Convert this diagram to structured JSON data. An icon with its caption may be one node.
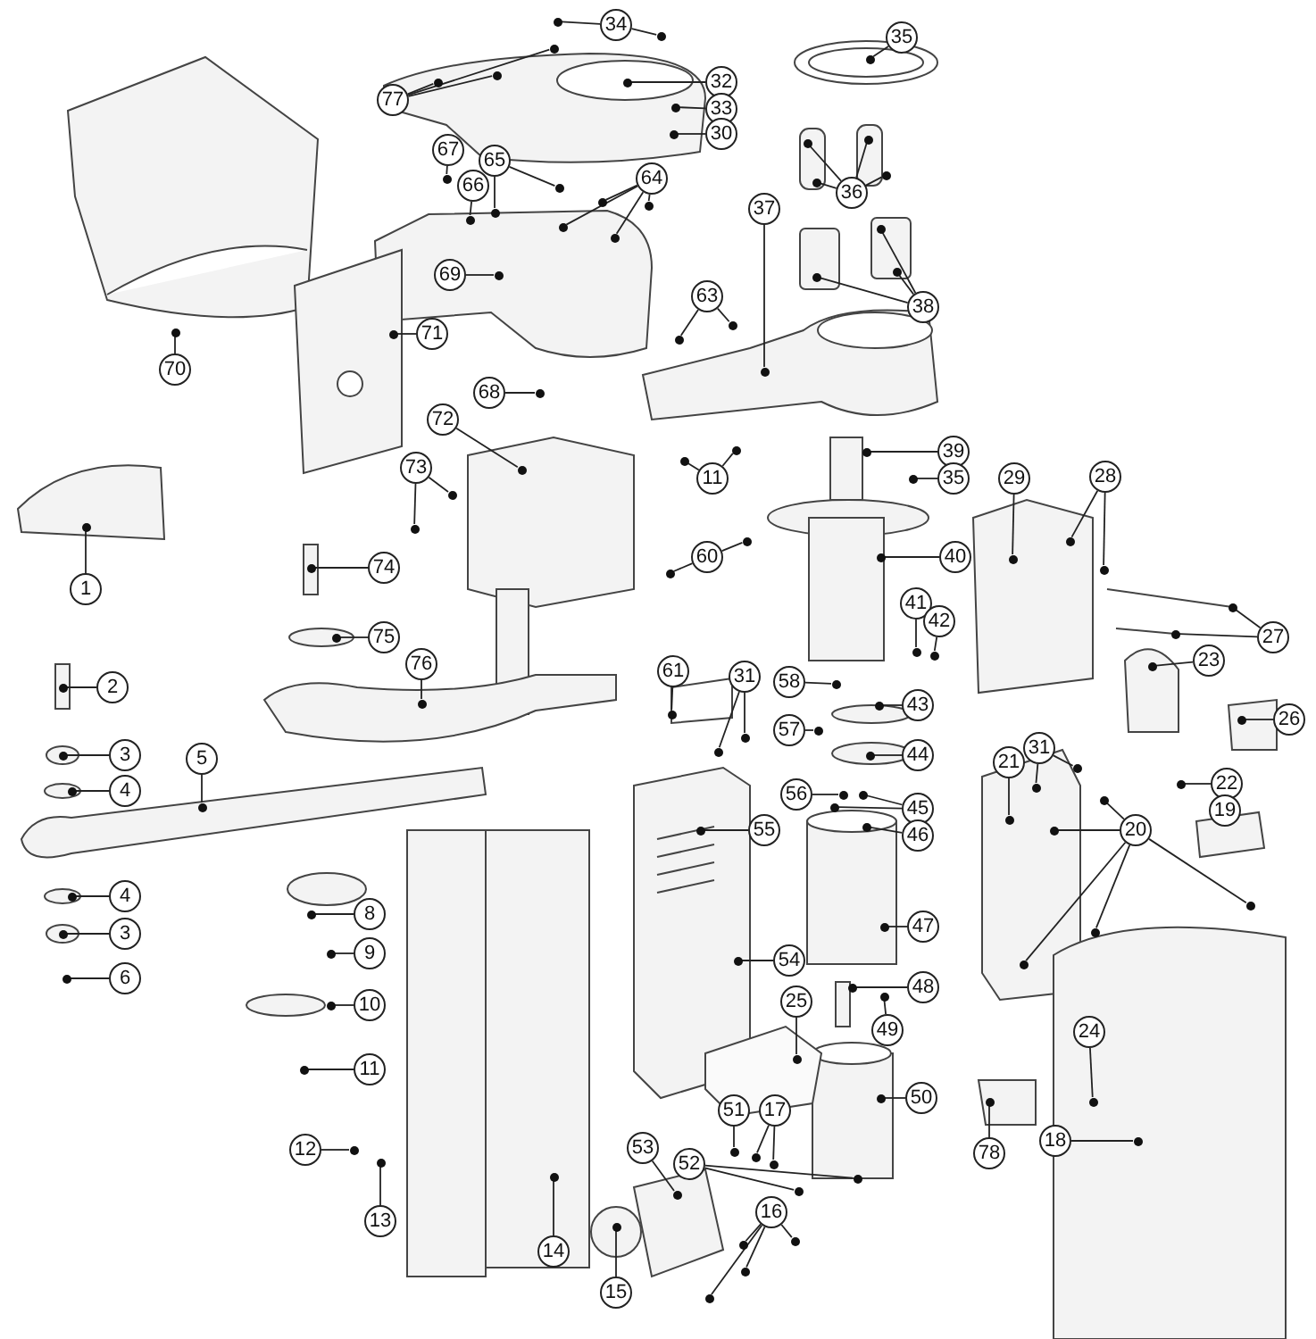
{
  "diagram": {
    "nodes": [
      {
        "text": [
          "34"
        ]
      },
      {
        "text": [
          "35"
        ]
      },
      {
        "text": [
          "32"
        ]
      },
      {
        "text": [
          "77"
        ]
      },
      {
        "text": [
          "33"
        ]
      },
      {
        "text": [
          "30"
        ]
      },
      {
        "text": [
          "67"
        ]
      },
      {
        "text": [
          "65"
        ]
      },
      {
        "text": [
          "64"
        ]
      },
      {
        "text": [
          "66"
        ]
      },
      {
        "text": [
          "36"
        ]
      },
      {
        "text": [
          "37"
        ]
      },
      {
        "text": [
          "69"
        ]
      },
      {
        "text": [
          "63"
        ]
      },
      {
        "text": [
          "38"
        ]
      },
      {
        "text": [
          "71"
        ]
      },
      {
        "text": [
          "70"
        ]
      },
      {
        "text": [
          "68"
        ]
      },
      {
        "text": [
          "72"
        ]
      },
      {
        "text": [
          "39"
        ]
      },
      {
        "text": [
          "73"
        ]
      },
      {
        "text": [
          "29"
        ]
      },
      {
        "text": [
          "28"
        ]
      },
      {
        "text": [
          "11"
        ]
      },
      {
        "text": [
          "35"
        ]
      },
      {
        "text": [
          "60"
        ]
      },
      {
        "text": [
          "40"
        ]
      },
      {
        "text": [
          "74"
        ]
      },
      {
        "text": [
          "1"
        ]
      },
      {
        "text": [
          "41"
        ]
      },
      {
        "text": [
          "42"
        ]
      },
      {
        "text": [
          "27"
        ]
      },
      {
        "text": [
          "75"
        ]
      },
      {
        "text": [
          "23"
        ]
      },
      {
        "text": [
          "76"
        ]
      },
      {
        "text": [
          "61"
        ]
      },
      {
        "text": [
          "31"
        ]
      },
      {
        "text": [
          "58"
        ]
      },
      {
        "text": [
          "2"
        ]
      },
      {
        "text": [
          "43"
        ]
      },
      {
        "text": [
          "26"
        ]
      },
      {
        "text": [
          "57"
        ]
      },
      {
        "text": [
          "31"
        ]
      },
      {
        "text": [
          "3"
        ]
      },
      {
        "text": [
          "44"
        ]
      },
      {
        "text": [
          "5"
        ]
      },
      {
        "text": [
          "21"
        ]
      },
      {
        "text": [
          "22"
        ]
      },
      {
        "text": [
          "4"
        ]
      },
      {
        "text": [
          "56"
        ]
      },
      {
        "text": [
          "45"
        ]
      },
      {
        "text": [
          "19"
        ]
      },
      {
        "text": [
          "55"
        ]
      },
      {
        "text": [
          "46"
        ]
      },
      {
        "text": [
          "20"
        ]
      },
      {
        "text": [
          "4"
        ]
      },
      {
        "text": [
          "8"
        ]
      },
      {
        "text": [
          "47"
        ]
      },
      {
        "text": [
          "3"
        ]
      },
      {
        "text": [
          "9"
        ]
      },
      {
        "text": [
          "54"
        ]
      },
      {
        "text": [
          "6"
        ]
      },
      {
        "text": [
          "48"
        ]
      },
      {
        "text": [
          "25"
        ]
      },
      {
        "text": [
          "10"
        ]
      },
      {
        "text": [
          "49"
        ]
      },
      {
        "text": [
          "24"
        ]
      },
      {
        "text": [
          "11"
        ]
      },
      {
        "text": [
          "50"
        ]
      },
      {
        "text": [
          "51"
        ]
      },
      {
        "text": [
          "17"
        ]
      },
      {
        "text": [
          "18"
        ]
      },
      {
        "text": [
          "53"
        ]
      },
      {
        "text": [
          "12"
        ]
      },
      {
        "text": [
          "78"
        ]
      },
      {
        "text": [
          "52"
        ]
      },
      {
        "text": [
          "16"
        ]
      },
      {
        "text": [
          "13"
        ]
      },
      {
        "text": [
          "14"
        ]
      },
      {
        "text": [
          "15"
        ]
      },
      {
        "text": [],
        "shape": "dot"
      },
      {
        "text": [],
        "shape": "dot"
      },
      {
        "text": [],
        "shape": "dot"
      },
      {
        "text": [],
        "shape": "dot"
      },
      {
        "text": [],
        "shape": "dot"
      },
      {
        "text": [],
        "shape": "dot"
      },
      {
        "text": [],
        "shape": "dot"
      },
      {
        "text": [],
        "shape": "dot"
      },
      {
        "text": [],
        "shape": "dot"
      },
      {
        "text": [],
        "shape": "dot"
      },
      {
        "text": [],
        "shape": "dot"
      },
      {
        "text": [],
        "shape": "dot"
      },
      {
        "text": [],
        "shape": "dot"
      },
      {
        "text": [],
        "shape": "dot"
      },
      {
        "text": [],
        "shape": "dot"
      },
      {
        "text": [],
        "shape": "dot"
      },
      {
        "text": [],
        "shape": "dot"
      },
      {
        "text": [],
        "shape": "dot"
      },
      {
        "text": [],
        "shape": "dot"
      },
      {
        "text": [],
        "shape": "dot"
      },
      {
        "text": [],
        "shape": "dot"
      },
      {
        "text": [],
        "shape": "dot"
      },
      {
        "text": [],
        "shape": "dot"
      },
      {
        "text": [],
        "shape": "dot"
      },
      {
        "text": [],
        "shape": "dot"
      },
      {
        "text": [],
        "shape": "dot"
      },
      {
        "text": [],
        "shape": "dot"
      },
      {
        "text": [],
        "shape": "dot"
      },
      {
        "text": [],
        "shape": "dot"
      },
      {
        "text": [],
        "shape": "dot"
      },
      {
        "text": [],
        "shape": "dot"
      },
      {
        "text": [],
        "shape": "dot"
      },
      {
        "text": [],
        "shape": "dot"
      },
      {
        "text": [],
        "shape": "dot"
      },
      {
        "text": [],
        "shape": "dot"
      },
      {
        "text": [],
        "shape": "dot"
      },
      {
        "text": [],
        "shape": "dot"
      },
      {
        "text": [],
        "shape": "dot"
      },
      {
        "text": [],
        "shape": "dot"
      },
      {
        "text": [],
        "shape": "dot"
      },
      {
        "text": [],
        "shape": "dot"
      },
      {
        "text": [],
        "shape": "dot"
      },
      {
        "text": [],
        "shape": "dot"
      },
      {
        "text": [],
        "shape": "dot"
      },
      {
        "text": [],
        "shape": "dot"
      },
      {
        "text": [],
        "shape": "dot"
      },
      {
        "text": [],
        "shape": "dot"
      },
      {
        "text": [],
        "shape": "dot"
      },
      {
        "text": [],
        "shape": "dot"
      },
      {
        "text": [],
        "shape": "dot"
      },
      {
        "text": [],
        "shape": "dot"
      },
      {
        "text": [],
        "shape": "dot"
      },
      {
        "text": [],
        "shape": "dot"
      },
      {
        "text": [],
        "shape": "dot"
      },
      {
        "text": [],
        "shape": "dot"
      },
      {
        "text": [],
        "shape": "dot"
      },
      {
        "text": [],
        "shape": "dot"
      },
      {
        "text": [],
        "shape": "dot"
      },
      {
        "text": [],
        "shape": "dot"
      },
      {
        "text": [],
        "shape": "dot"
      },
      {
        "text": [],
        "shape": "dot"
      },
      {
        "text": [],
        "shape": "dot"
      },
      {
        "text": [],
        "shape": "dot"
      },
      {
        "text": [],
        "shape": "dot"
      },
      {
        "text": [],
        "shape": "dot"
      },
      {
        "text": [],
        "shape": "dot"
      },
      {
        "text": [],
        "shape": "dot"
      },
      {
        "text": [],
        "shape": "dot"
      },
      {
        "text": [],
        "shape": "dot"
      },
      {
        "text": [],
        "shape": "dot"
      },
      {
        "text": [],
        "shape": "dot"
      },
      {
        "text": [],
        "shape": "dot"
      },
      {
        "text": [],
        "shape": "dot"
      },
      {
        "text": [],
        "shape": "dot"
      },
      {
        "text": [],
        "shape": "dot"
      },
      {
        "text": [],
        "shape": "dot"
      },
      {
        "text": [],
        "shape": "dot"
      },
      {
        "text": [],
        "shape": "dot"
      },
      {
        "text": [],
        "shape": "dot"
      },
      {
        "text": [],
        "shape": "dot"
      },
      {
        "text": [],
        "shape": "dot"
      },
      {
        "text": [],
        "shape": "dot"
      },
      {
        "text": [],
        "shape": "dot"
      },
      {
        "text": [],
        "shape": "dot"
      },
      {
        "text": [],
        "shape": "dot"
      },
      {
        "text": [],
        "shape": "dot"
      },
      {
        "text": [],
        "shape": "dot"
      },
      {
        "text": [],
        "shape": "dot"
      },
      {
        "text": [],
        "shape": "dot"
      },
      {
        "text": [],
        "shape": "dot"
      },
      {
        "text": [],
        "shape": "dot"
      },
      {
        "text": [],
        "shape": "dot"
      },
      {
        "text": [],
        "shape": "dot"
      },
      {
        "text": [],
        "shape": "dot"
      },
      {
        "text": [],
        "shape": "dot"
      },
      {
        "text": [],
        "shape": "dot"
      },
      {
        "text": [],
        "shape": "dot"
      },
      {
        "text": [],
        "shape": "dot"
      },
      {
        "text": [],
        "shape": "dot"
      },
      {
        "text": [],
        "shape": "dot"
      },
      {
        "text": [],
        "shape": "dot"
      },
      {
        "text": [],
        "shape": "dot"
      },
      {
        "text": [],
        "shape": "dot"
      },
      {
        "text": [],
        "shape": "dot"
      },
      {
        "text": [],
        "shape": "dot"
      },
      {
        "text": [],
        "shape": "dot"
      },
      {
        "text": [],
        "shape": "dot"
      },
      {
        "text": [],
        "shape": "dot"
      },
      {
        "text": [],
        "shape": "dot"
      }
    ],
    "edges": [
      {
        "from": 0,
        "to": 80,
        "arrow": "none"
      },
      {
        "from": 0,
        "to": 81,
        "arrow": "none"
      },
      {
        "from": 1,
        "to": 82,
        "arrow": "none"
      },
      {
        "from": 2,
        "to": 83,
        "arrow": "none"
      },
      {
        "from": 3,
        "to": 84,
        "arrow": "none"
      },
      {
        "from": 3,
        "to": 85,
        "arrow": "none"
      },
      {
        "from": 3,
        "to": 86,
        "arrow": "none"
      },
      {
        "from": 4,
        "to": 87,
        "arrow": "none"
      },
      {
        "from": 5,
        "to": 88,
        "arrow": "none"
      },
      {
        "from": 6,
        "to": 89,
        "arrow": "none"
      },
      {
        "from": 7,
        "to": 90,
        "arrow": "none"
      },
      {
        "from": 7,
        "to": 91,
        "arrow": "none"
      },
      {
        "from": 8,
        "to": 92,
        "arrow": "none"
      },
      {
        "from": 8,
        "to": 93,
        "arrow": "none"
      },
      {
        "from": 8,
        "to": 94,
        "arrow": "none"
      },
      {
        "from": 8,
        "to": 95,
        "arrow": "none"
      },
      {
        "from": 9,
        "to": 96,
        "arrow": "none"
      },
      {
        "from": 10,
        "to": 97,
        "arrow": "none"
      },
      {
        "from": 10,
        "to": 98,
        "arrow": "none"
      },
      {
        "from": 10,
        "to": 99,
        "arrow": "none"
      },
      {
        "from": 10,
        "to": 100,
        "arrow": "none"
      },
      {
        "from": 11,
        "to": 101,
        "arrow": "none"
      },
      {
        "from": 12,
        "to": 102,
        "arrow": "none"
      },
      {
        "from": 13,
        "to": 103,
        "arrow": "none"
      },
      {
        "from": 13,
        "to": 104,
        "arrow": "none"
      },
      {
        "from": 14,
        "to": 105,
        "arrow": "none"
      },
      {
        "from": 14,
        "to": 106,
        "arrow": "none"
      },
      {
        "from": 14,
        "to": 107,
        "arrow": "none"
      },
      {
        "from": 15,
        "to": 108,
        "arrow": "none"
      },
      {
        "from": 16,
        "to": 109,
        "arrow": "none"
      },
      {
        "from": 17,
        "to": 110,
        "arrow": "none"
      },
      {
        "from": 18,
        "to": 111,
        "arrow": "none"
      },
      {
        "from": 19,
        "to": 112,
        "arrow": "none"
      },
      {
        "from": 20,
        "to": 113,
        "arrow": "none"
      },
      {
        "from": 20,
        "to": 114,
        "arrow": "none"
      },
      {
        "from": 21,
        "to": 115,
        "arrow": "none"
      },
      {
        "from": 22,
        "to": 116,
        "arrow": "none"
      },
      {
        "from": 22,
        "to": 117,
        "arrow": "none"
      },
      {
        "from": 23,
        "to": 118,
        "arrow": "none"
      },
      {
        "from": 23,
        "to": 119,
        "arrow": "none"
      },
      {
        "from": 24,
        "to": 120,
        "arrow": "none"
      },
      {
        "from": 25,
        "to": 121,
        "arrow": "none"
      },
      {
        "from": 25,
        "to": 122,
        "arrow": "none"
      },
      {
        "from": 26,
        "to": 123,
        "arrow": "none"
      },
      {
        "from": 27,
        "to": 124,
        "arrow": "none"
      },
      {
        "from": 28,
        "to": 125,
        "arrow": "none"
      },
      {
        "from": 29,
        "to": 126,
        "arrow": "none"
      },
      {
        "from": 30,
        "to": 127,
        "arrow": "none"
      },
      {
        "from": 31,
        "to": 128,
        "arrow": "none"
      },
      {
        "from": 31,
        "to": 129,
        "arrow": "none"
      },
      {
        "from": 32,
        "to": 130,
        "arrow": "none"
      },
      {
        "from": 33,
        "to": 131,
        "arrow": "none"
      },
      {
        "from": 34,
        "to": 132,
        "arrow": "none"
      },
      {
        "from": 35,
        "to": 133,
        "arrow": "none"
      },
      {
        "from": 36,
        "to": 134,
        "arrow": "none"
      },
      {
        "from": 36,
        "to": 135,
        "arrow": "none"
      },
      {
        "from": 37,
        "to": 136,
        "arrow": "none"
      },
      {
        "from": 38,
        "to": 137,
        "arrow": "none"
      },
      {
        "from": 39,
        "to": 138,
        "arrow": "none"
      },
      {
        "from": 40,
        "to": 139,
        "arrow": "none"
      },
      {
        "from": 41,
        "to": 140,
        "arrow": "none"
      },
      {
        "from": 42,
        "to": 141,
        "arrow": "none"
      },
      {
        "from": 42,
        "to": 142,
        "arrow": "none"
      },
      {
        "from": 43,
        "to": 143,
        "arrow": "none"
      },
      {
        "from": 44,
        "to": 144,
        "arrow": "none"
      },
      {
        "from": 45,
        "to": 145,
        "arrow": "none"
      },
      {
        "from": 46,
        "to": 146,
        "arrow": "none"
      },
      {
        "from": 47,
        "to": 147,
        "arrow": "none"
      },
      {
        "from": 48,
        "to": 148,
        "arrow": "none"
      },
      {
        "from": 49,
        "to": 149,
        "arrow": "none"
      },
      {
        "from": 50,
        "to": 150,
        "arrow": "none"
      },
      {
        "from": 50,
        "to": 151,
        "arrow": "none"
      },
      {
        "from": 52,
        "to": 152,
        "arrow": "none"
      },
      {
        "from": 53,
        "to": 153,
        "arrow": "none"
      },
      {
        "from": 54,
        "to": 154,
        "arrow": "none"
      },
      {
        "from": 54,
        "to": 155,
        "arrow": "none"
      },
      {
        "from": 54,
        "to": 156,
        "arrow": "none"
      },
      {
        "from": 54,
        "to": 157,
        "arrow": "none"
      },
      {
        "from": 54,
        "to": 158,
        "arrow": "none"
      },
      {
        "from": 55,
        "to": 159,
        "arrow": "none"
      },
      {
        "from": 56,
        "to": 160,
        "arrow": "none"
      },
      {
        "from": 57,
        "to": 161,
        "arrow": "none"
      },
      {
        "from": 58,
        "to": 162,
        "arrow": "none"
      },
      {
        "from": 59,
        "to": 163,
        "arrow": "none"
      },
      {
        "from": 60,
        "to": 164,
        "arrow": "none"
      },
      {
        "from": 61,
        "to": 165,
        "arrow": "none"
      },
      {
        "from": 62,
        "to": 166,
        "arrow": "none"
      },
      {
        "from": 63,
        "to": 167,
        "arrow": "none"
      },
      {
        "from": 64,
        "to": 168,
        "arrow": "none"
      },
      {
        "from": 65,
        "to": 169,
        "arrow": "none"
      },
      {
        "from": 66,
        "to": 170,
        "arrow": "none"
      },
      {
        "from": 67,
        "to": 171,
        "arrow": "none"
      },
      {
        "from": 68,
        "to": 172,
        "arrow": "none"
      },
      {
        "from": 69,
        "to": 173,
        "arrow": "none"
      },
      {
        "from": 70,
        "to": 174,
        "arrow": "none"
      },
      {
        "from": 70,
        "to": 175,
        "arrow": "none"
      },
      {
        "from": 71,
        "to": 176,
        "arrow": "none"
      },
      {
        "from": 72,
        "to": 177,
        "arrow": "none"
      },
      {
        "from": 73,
        "to": 178,
        "arrow": "none"
      },
      {
        "from": 74,
        "to": 179,
        "arrow": "none"
      },
      {
        "from": 75,
        "to": 180,
        "arrow": "none"
      },
      {
        "from": 75,
        "to": 181,
        "arrow": "none"
      },
      {
        "from": 76,
        "to": 182,
        "arrow": "none"
      },
      {
        "from": 76,
        "to": 183,
        "arrow": "none"
      },
      {
        "from": 76,
        "to": 184,
        "arrow": "none"
      },
      {
        "from": 76,
        "to": 185,
        "arrow": "none"
      },
      {
        "from": 77,
        "to": 186,
        "arrow": "none"
      },
      {
        "from": 78,
        "to": 187,
        "arrow": "none"
      },
      {
        "from": 79,
        "to": 188,
        "arrow": "none"
      }
    ]
  }
}
